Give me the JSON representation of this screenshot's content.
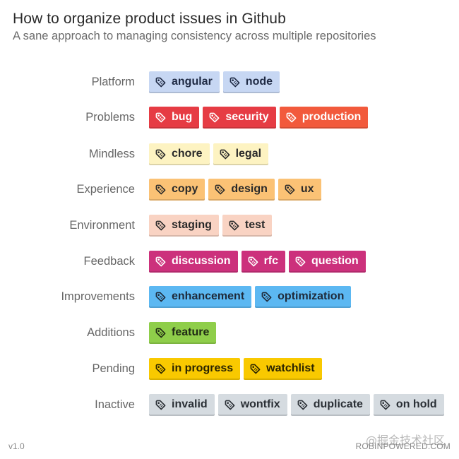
{
  "header": {
    "title": "How to organize product issues in Github",
    "subtitle": "A sane approach to managing consistency across multiple repositories"
  },
  "icon": "tag-icon",
  "categories": [
    {
      "name": "Platform",
      "labels": [
        {
          "text": "angular",
          "bg": "#c7d7f3",
          "fg": "#1f2a44"
        },
        {
          "text": "node",
          "bg": "#c7d7f3",
          "fg": "#1f2a44"
        }
      ]
    },
    {
      "name": "Problems",
      "labels": [
        {
          "text": "bug",
          "bg": "#e63c44",
          "fg": "#ffffff"
        },
        {
          "text": "security",
          "bg": "#e63c44",
          "fg": "#ffffff"
        },
        {
          "text": "production",
          "bg": "#f25a3c",
          "fg": "#ffffff"
        }
      ]
    },
    {
      "name": "Mindless",
      "labels": [
        {
          "text": "chore",
          "bg": "#fdf3c2",
          "fg": "#2a2a2a"
        },
        {
          "text": "legal",
          "bg": "#fdf3c2",
          "fg": "#2a2a2a"
        }
      ]
    },
    {
      "name": "Experience",
      "labels": [
        {
          "text": "copy",
          "bg": "#fbc275",
          "fg": "#2a2a2a"
        },
        {
          "text": "design",
          "bg": "#fbc275",
          "fg": "#2a2a2a"
        },
        {
          "text": "ux",
          "bg": "#fbc275",
          "fg": "#2a2a2a"
        }
      ]
    },
    {
      "name": "Environment",
      "labels": [
        {
          "text": "staging",
          "bg": "#f9d3c3",
          "fg": "#2a2a2a"
        },
        {
          "text": "test",
          "bg": "#f9d3c3",
          "fg": "#2a2a2a"
        }
      ]
    },
    {
      "name": "Feedback",
      "labels": [
        {
          "text": "discussion",
          "bg": "#cc317c",
          "fg": "#ffffff"
        },
        {
          "text": "rfc",
          "bg": "#cc317c",
          "fg": "#ffffff"
        },
        {
          "text": "question",
          "bg": "#cc317c",
          "fg": "#ffffff"
        }
      ]
    },
    {
      "name": "Improvements",
      "labels": [
        {
          "text": "enhancement",
          "bg": "#5cb8f2",
          "fg": "#1e2a3a"
        },
        {
          "text": "optimization",
          "bg": "#5cb8f2",
          "fg": "#1e2a3a"
        }
      ]
    },
    {
      "name": "Additions",
      "labels": [
        {
          "text": "feature",
          "bg": "#8fce4a",
          "fg": "#1f2a14"
        }
      ]
    },
    {
      "name": "Pending",
      "labels": [
        {
          "text": "in progress",
          "bg": "#f9c900",
          "fg": "#2a2400"
        },
        {
          "text": "watchlist",
          "bg": "#f9c900",
          "fg": "#2a2400"
        }
      ]
    },
    {
      "name": "Inactive",
      "labels": [
        {
          "text": "invalid",
          "bg": "#d5dbe0",
          "fg": "#2a2f35"
        },
        {
          "text": "wontfix",
          "bg": "#d5dbe0",
          "fg": "#2a2f35"
        },
        {
          "text": "duplicate",
          "bg": "#d5dbe0",
          "fg": "#2a2f35"
        },
        {
          "text": "on hold",
          "bg": "#d5dbe0",
          "fg": "#2a2f35"
        }
      ]
    }
  ],
  "footer": {
    "version": "v1.0",
    "watermark": "@掘金技术社区",
    "site": "ROBINPOWERED.COM"
  }
}
